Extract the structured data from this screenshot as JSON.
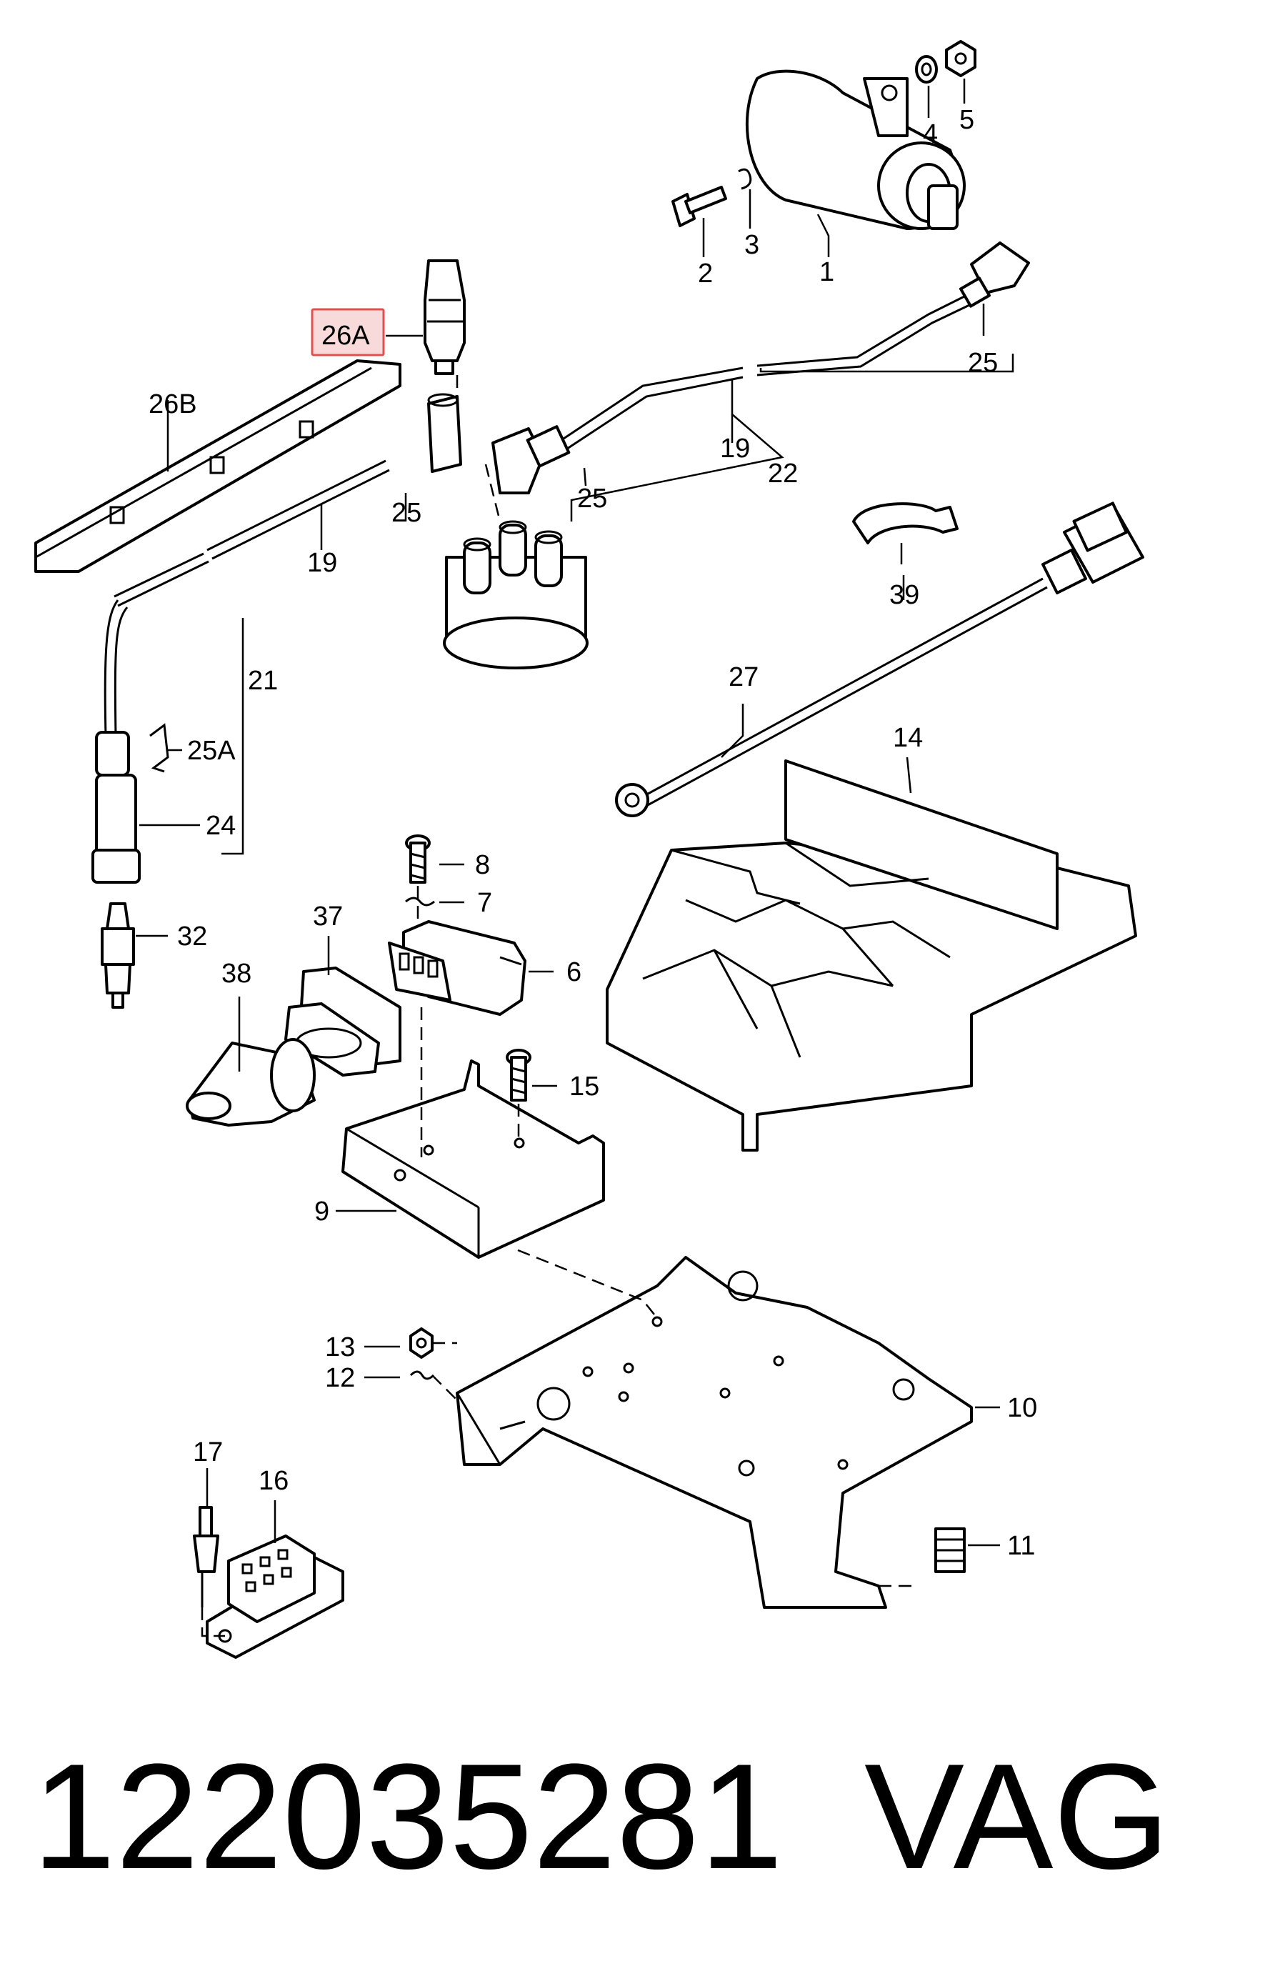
{
  "diagram": {
    "callouts": {
      "c1": "1",
      "c2": "2",
      "c3": "3",
      "c4": "4",
      "c5": "5",
      "c6": "6",
      "c7": "7",
      "c8": "8",
      "c9": "9",
      "c10": "10",
      "c11": "11",
      "c12": "12",
      "c13": "13",
      "c14": "14",
      "c15": "15",
      "c16": "16",
      "c17": "17",
      "c19a": "19",
      "c19b": "19",
      "c21": "21",
      "c22": "22",
      "c24": "24",
      "c25a": "25",
      "c25b": "25",
      "c25c": "25",
      "c25A": "25A",
      "c26A": "26A",
      "c26B": "26B",
      "c27": "27",
      "c32": "32",
      "c37": "37",
      "c38": "38",
      "c39": "39"
    },
    "highlight_color": "#f9dada",
    "highlight_border": "#e05050"
  },
  "footer": {
    "part_number": "122035281",
    "brand": "VAG"
  }
}
